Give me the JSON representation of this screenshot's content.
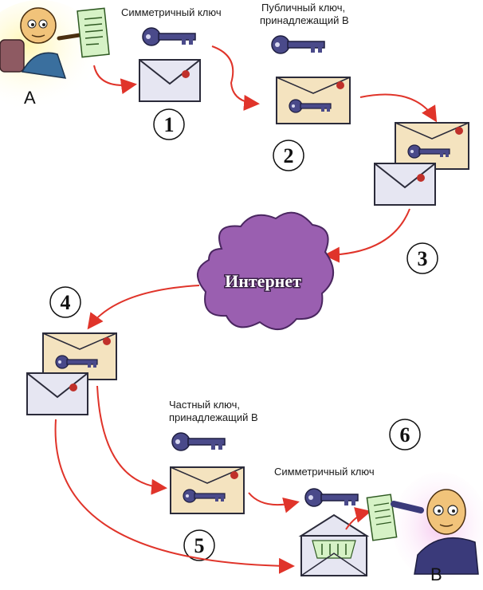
{
  "labels": {
    "symmetric_key_top": "Симметричный ключ",
    "public_key_line1": "Публичный ключ,",
    "public_key_line2": "принадлежащий B",
    "private_key_line1": "Частный ключ,",
    "private_key_line2": "принадлежащий B",
    "symmetric_key_bottom": "Симметричный ключ",
    "internet": "Интернет",
    "party_a": "A",
    "party_b": "B"
  },
  "steps": [
    "1",
    "2",
    "3",
    "4",
    "5",
    "6"
  ],
  "colors": {
    "arrow": "#e0342a",
    "cloud": "#9a5fb0",
    "key_body": "#4a4a8a",
    "envelope_plain": "#e6e6f2",
    "envelope_sealed": "#f4e3bf",
    "seal": "#c0302a"
  }
}
